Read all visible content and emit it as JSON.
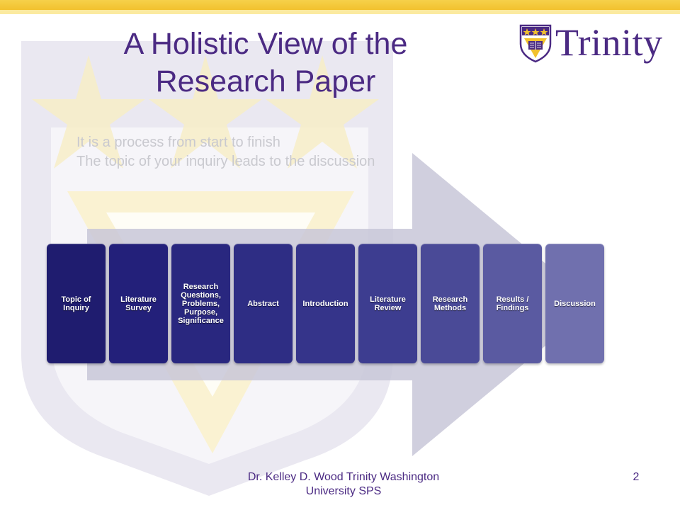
{
  "slide": {
    "title": "A Holistic View of the Research Paper",
    "bullets": [
      "It is a process from start to finish",
      "The topic of your inquiry leads to the discussion"
    ],
    "logo_text": "Trinity",
    "footer": "Dr. Kelley D. Wood Trinity Washington University SPS",
    "page_number": "2"
  },
  "process": {
    "steps": [
      {
        "label": "Topic of Inquiry",
        "color": "#1f1c6f"
      },
      {
        "label": "Literature Survey",
        "color": "#23207a"
      },
      {
        "label": "Research Questions, Problems, Purpose, Significance",
        "color": "#29277f"
      },
      {
        "label": "Abstract",
        "color": "#2e2d84"
      },
      {
        "label": "Introduction",
        "color": "#35348a"
      },
      {
        "label": "Literature Review",
        "color": "#3d3d90"
      },
      {
        "label": "Research Methods",
        "color": "#4a4a97"
      },
      {
        "label": "Results / Findings",
        "color": "#5a5aa1"
      },
      {
        "label": "Discussion",
        "color": "#7070ae"
      }
    ]
  },
  "colors": {
    "accent_purple": "#4b2a83",
    "accent_gold": "#f2c12e"
  }
}
